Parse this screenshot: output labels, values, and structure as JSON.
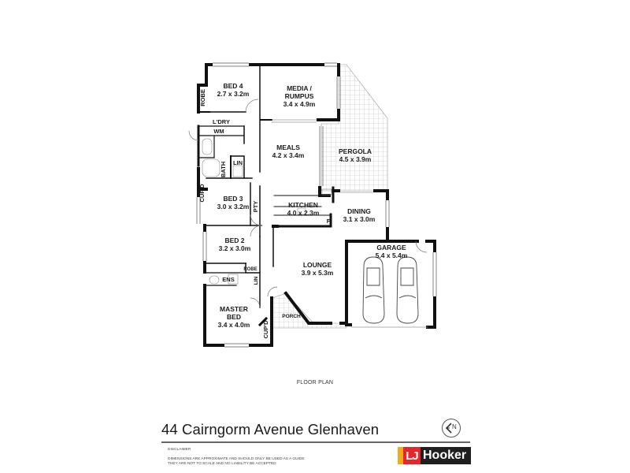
{
  "floorplan": {
    "rooms": [
      {
        "id": "bed4",
        "name": "BED 4",
        "dims": "2.7 x 3.2m"
      },
      {
        "id": "media",
        "name": "MEDIA /",
        "name2": "RUMPUS",
        "dims": "3.4 x 4.9m"
      },
      {
        "id": "pergola",
        "name": "PERGOLA",
        "dims": "4.5 x 3.9m"
      },
      {
        "id": "meals",
        "name": "MEALS",
        "dims": "4.2 x 3.4m"
      },
      {
        "id": "bed3",
        "name": "BED 3",
        "dims": "3.0 x 3.2m"
      },
      {
        "id": "kitchen",
        "name": "KITCHEN",
        "dims": "4.0 x 2.3m"
      },
      {
        "id": "dining",
        "name": "DINING",
        "dims": "3.1 x 3.0m"
      },
      {
        "id": "bed2",
        "name": "BED 2",
        "dims": "3.2 x 3.0m"
      },
      {
        "id": "garage",
        "name": "GARAGE",
        "dims": "5.4 x 5.4m"
      },
      {
        "id": "lounge",
        "name": "LOUNGE",
        "dims": "3.9 x 5.3m"
      },
      {
        "id": "master",
        "name": "MASTER",
        "name2": "BED",
        "dims": "3.4 x 4.0m"
      }
    ],
    "small_labels": {
      "robe_top": "ROBE",
      "laundry": "L'DRY",
      "wm": "WM",
      "bath": "BATH",
      "lin_top": "LIN",
      "cupd_bed3": "CUP'D",
      "pty": "PTY",
      "fridge": "F",
      "robe_bed2": "ROBE",
      "ens": "ENS",
      "lin_bottom": "LIN",
      "porch": "PORCH",
      "cupd_master": "CUP'D"
    },
    "caption": "FLOOR PLAN"
  },
  "footer": {
    "address": "44 Cairngorm Avenue Glenhaven",
    "disclaimer_heading": "DISCLAIMER",
    "disclaimer_lines": [
      "DIMENSIONS ARE APPROXIMATE AND SHOULD ONLY BE USED AS A GUIDE",
      "THEY ARE NOT TO SCALE AND NO LIABILITY BE ACCEPTED"
    ],
    "compass_icon": "north-arrow-icon",
    "compass_letter": "N"
  },
  "brand": {
    "logo_left": "LJ",
    "logo_right": "Hooker",
    "colors": {
      "yellow": "#f4a81d",
      "red": "#e5262c",
      "dark": "#1f1f1f"
    }
  }
}
